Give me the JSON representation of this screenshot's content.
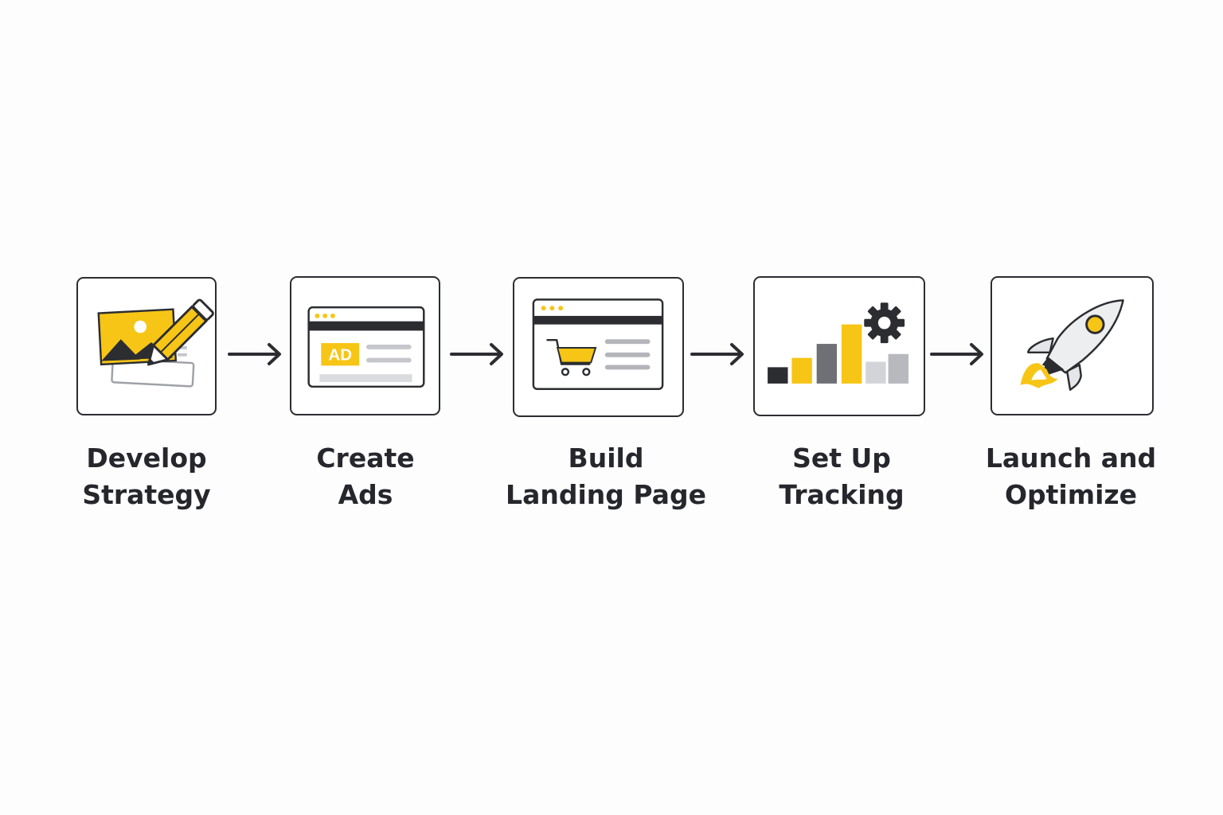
{
  "steps": [
    {
      "line1": "Develop",
      "line2": "Strategy",
      "icon": "image-pencil-icon"
    },
    {
      "line1": "Create",
      "line2": "Ads",
      "icon": "ad-browser-icon"
    },
    {
      "line1": "Build",
      "line2": "Landing Page",
      "icon": "cart-browser-icon"
    },
    {
      "line1": "Set Up",
      "line2": "Tracking",
      "icon": "bar-chart-gear-icon"
    },
    {
      "line1": "Launch and",
      "line2": "Optimize",
      "icon": "rocket-icon"
    }
  ],
  "ad_badge": "AD",
  "colors": {
    "accent": "#f7c515",
    "dark": "#2b2d31",
    "gray": "#6e7076",
    "light_gray": "#c5c7cc"
  }
}
